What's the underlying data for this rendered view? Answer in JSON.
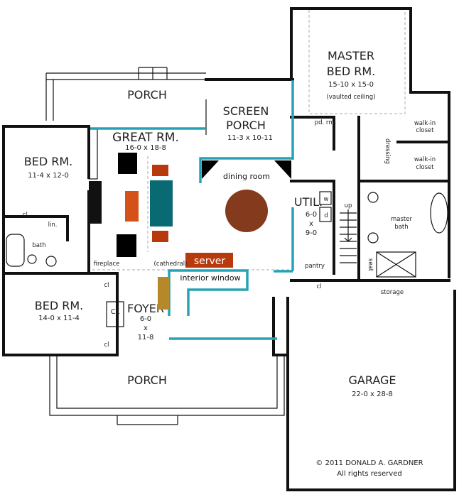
{
  "colors": {
    "overlay_line": "#25a3b5",
    "dining_table": "#843a1d",
    "server": "#b83a0c",
    "sofa": "#d45219",
    "coffee_table": "#0a6a74",
    "chair": "#b83a0c",
    "bench": "#b5892a",
    "armchair": "#000000"
  },
  "rooms": {
    "porch_top": {
      "name": "PORCH"
    },
    "screen_porch": {
      "name1": "SCREEN",
      "name2": "PORCH",
      "dims": "11-3  x  10-11"
    },
    "bed_rm_1": {
      "name": "BED RM.",
      "dims": "11-4  x  12-0"
    },
    "bed_rm_2": {
      "name": "BED RM.",
      "dims": "14-0  x  11-4"
    },
    "great_rm": {
      "name": "GREAT RM.",
      "dims": "16-0 x 18-8",
      "note": "(cathedral)",
      "fireplace": "fireplace"
    },
    "foyer": {
      "name": "FOYER",
      "d1": "6-0",
      "d2": "x",
      "d3": "11-8",
      "cl": "CL"
    },
    "porch_bottom": {
      "name": "PORCH"
    },
    "master": {
      "n1": "MASTER",
      "n2": "BED RM.",
      "dims": "15-10  x  15-0",
      "note": "(vaulted ceiling)"
    },
    "pd_rm": "pd. rm.",
    "util": {
      "name": "UTIL.",
      "d1": "6-0",
      "d2": "x",
      "d3": "9-0",
      "w": "w",
      "d": "d"
    },
    "up": "up",
    "dressing": "dressing",
    "walk_in_1": [
      "walk-in",
      "closet"
    ],
    "walk_in_2": [
      "walk-in",
      "closet"
    ],
    "master_bath": [
      "master",
      "bath"
    ],
    "pantry": "pantry",
    "cl_labels": [
      "cl",
      "cl",
      "cl",
      "cl",
      "lin."
    ],
    "bath": "bath",
    "seat": "seat",
    "storage": "storage",
    "garage": {
      "name": "GARAGE",
      "dims": "22-0  x  28-8"
    }
  },
  "overlay": {
    "dining_room": "dining room",
    "server": "server",
    "interior_window": "interior window"
  },
  "copyright": {
    "line1": "©  2011  DONALD  A.  GARDNER",
    "line2": "All  rights  reserved"
  }
}
